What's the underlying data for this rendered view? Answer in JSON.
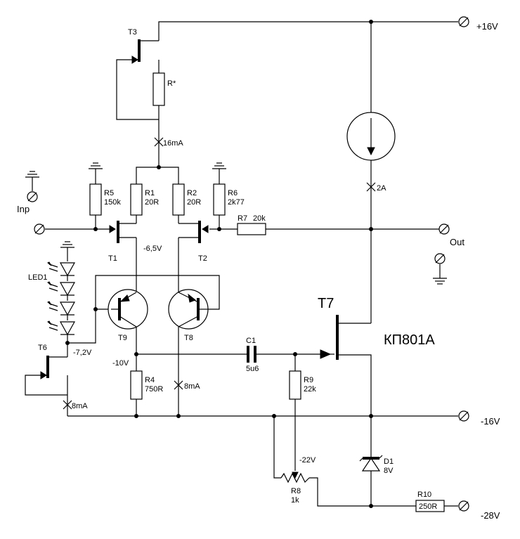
{
  "rails": {
    "pos16": "+16V",
    "neg16": "-16V",
    "neg28": "-28V"
  },
  "terminals": {
    "input": "Inp",
    "output": "Out"
  },
  "components": {
    "T3": "T3",
    "Rstar": "R*",
    "R1": "R1",
    "R1_val": "20R",
    "R2": "R2",
    "R2_val": "20R",
    "R4": "R4",
    "R4_val": "750R",
    "R5": "R5",
    "R5_val": "150k",
    "R6": "R6",
    "R6_val": "2k77",
    "R7": "R7",
    "R7_val": "20k",
    "R8": "R8",
    "R8_val": "1k",
    "R9": "R9",
    "R9_val": "22k",
    "R10_val": "250R",
    "R10": "R10",
    "T1": "T1",
    "T2": "T2",
    "T6": "T6",
    "T7": "T7",
    "T8": "T8",
    "T9": "T9",
    "LED1": "LED1",
    "C1": "C1",
    "C1_val": "5u6",
    "D1": "D1",
    "D1_val": "8V",
    "mosfet_part": "КП801А"
  },
  "annotations": {
    "i_16mA": "16mA",
    "i_2A": "2A",
    "i_8mA_a": "8mA",
    "i_8mA_b": "8mA",
    "v_65": "-6,5V",
    "v_72": "-7,2V",
    "v_10": "-10V",
    "v_22": "-22V"
  }
}
